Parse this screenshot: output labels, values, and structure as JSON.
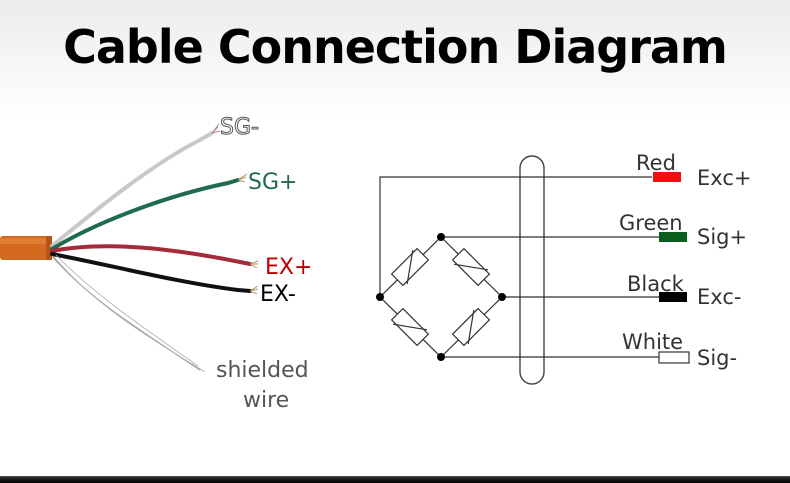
{
  "title": "Cable Connection Diagram",
  "cable": {
    "wires": [
      {
        "label": "SG-",
        "color": "#c8c8c8",
        "label_color": "#ffffff",
        "label_outline": "#555555"
      },
      {
        "label": "SG+",
        "color": "#1e6b4f",
        "label_color": "#1e6b4f"
      },
      {
        "label": "EX+",
        "color": "#a52a3a",
        "label_color": "#c00000"
      },
      {
        "label": "EX-",
        "color": "#111111",
        "label_color": "#000000"
      }
    ],
    "shield_label_line1": "shielded",
    "shield_label_line2": "wire",
    "sheath_color": "#d2691e"
  },
  "schematic": {
    "outputs": [
      {
        "color_name": "Red",
        "signal": "Exc+",
        "swatch": "#ee1111"
      },
      {
        "color_name": "Green",
        "signal": "Sig+",
        "swatch": "#0b5d1e"
      },
      {
        "color_name": "Black",
        "signal": "Exc-",
        "swatch": "#000000"
      },
      {
        "color_name": "White",
        "signal": "Sig-",
        "swatch": "#ffffff"
      }
    ]
  }
}
